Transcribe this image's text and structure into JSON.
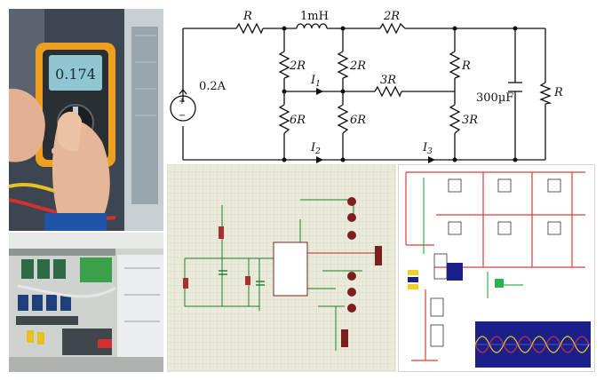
{
  "circuit": {
    "source_current": "0.2A",
    "resistor_top": "R",
    "inductor": "1mH",
    "resistor_top_right": "2R",
    "resistor_left_upper": "2R",
    "resistor_left_lower": "6R",
    "resistor_mid_upper": "2R",
    "resistor_mid_lower": "6R",
    "resistor_bridge": "3R",
    "resistor_right_upper": "R",
    "resistor_right_lower": "3R",
    "capacitor": "300µF",
    "resistor_far_right": "R",
    "current_1": "I",
    "current_1_sub": "1",
    "current_2": "I",
    "current_2_sub": "2",
    "current_3": "I",
    "current_3_sub": "3"
  },
  "colors": {
    "meter_body": "#f0a020",
    "meter_screen": "#8fc6d2",
    "sim_bg": "#e9ead9",
    "wire_red": "#e23b3b",
    "wire_green": "#2db34a",
    "scope_bg": "#1a1f8a"
  },
  "meter_reading": "0.174"
}
